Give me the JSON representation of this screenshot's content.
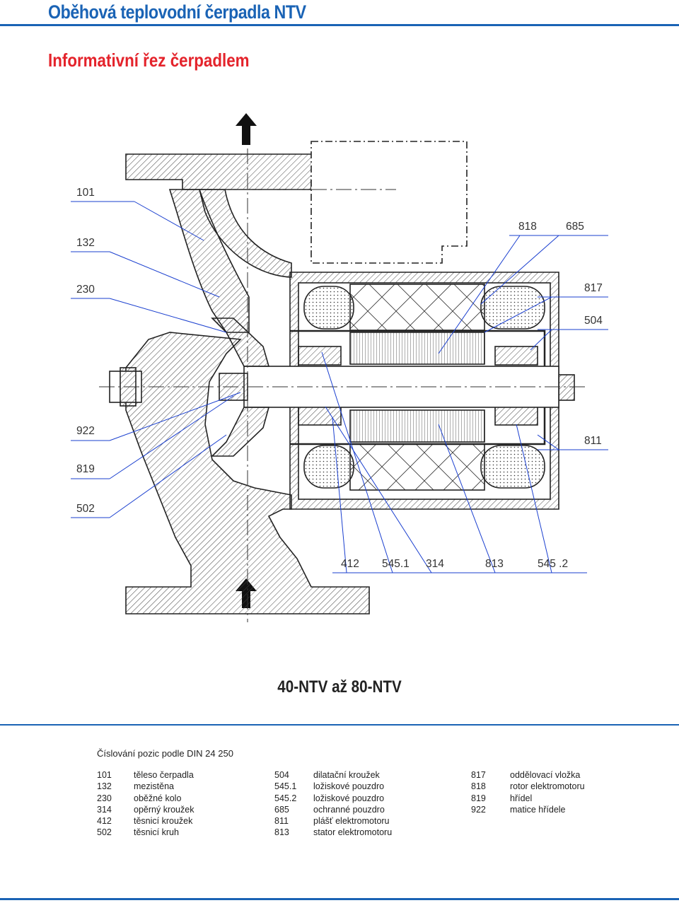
{
  "header": {
    "title": "Oběhová teplovodní čerpadla NTV",
    "subtitle": "Informativní řez čerpadlem"
  },
  "drawing": {
    "labels_left": [
      "101",
      "132",
      "230",
      "922",
      "819",
      "502"
    ],
    "labels_right": [
      "818",
      "685",
      "817",
      "504",
      "811"
    ],
    "labels_bottom": [
      "412",
      "545.1",
      "314",
      "813",
      "545 .2"
    ],
    "caption": "40-NTV až 80-NTV",
    "colors": {
      "leader": "#1a3fcf",
      "divider": "#1a63b5",
      "ink": "#222222"
    }
  },
  "legend": {
    "title": "Číslování pozic podle DIN 24 250",
    "col1": [
      {
        "num": "101",
        "name": "těleso čerpadla"
      },
      {
        "num": "132",
        "name": "mezistěna"
      },
      {
        "num": "230",
        "name": "oběžné kolo"
      },
      {
        "num": "314",
        "name": "opěrný kroužek"
      },
      {
        "num": "412",
        "name": "těsnicí kroužek"
      },
      {
        "num": "502",
        "name": "těsnicí kruh"
      }
    ],
    "col2": [
      {
        "num": "504",
        "name": "dilatační kroužek"
      },
      {
        "num": "545.1",
        "name": "ložiskové pouzdro"
      },
      {
        "num": "545.2",
        "name": "ložiskové pouzdro"
      },
      {
        "num": "685",
        "name": "ochranné pouzdro"
      },
      {
        "num": "811",
        "name": "plášť elektromotoru"
      },
      {
        "num": "813",
        "name": "stator elektromotoru"
      }
    ],
    "col3": [
      {
        "num": "817",
        "name": "oddělovací vložka"
      },
      {
        "num": "818",
        "name": "rotor elektromotoru"
      },
      {
        "num": "819",
        "name": "hřídel"
      },
      {
        "num": "922",
        "name": "matice hřídele"
      }
    ]
  }
}
